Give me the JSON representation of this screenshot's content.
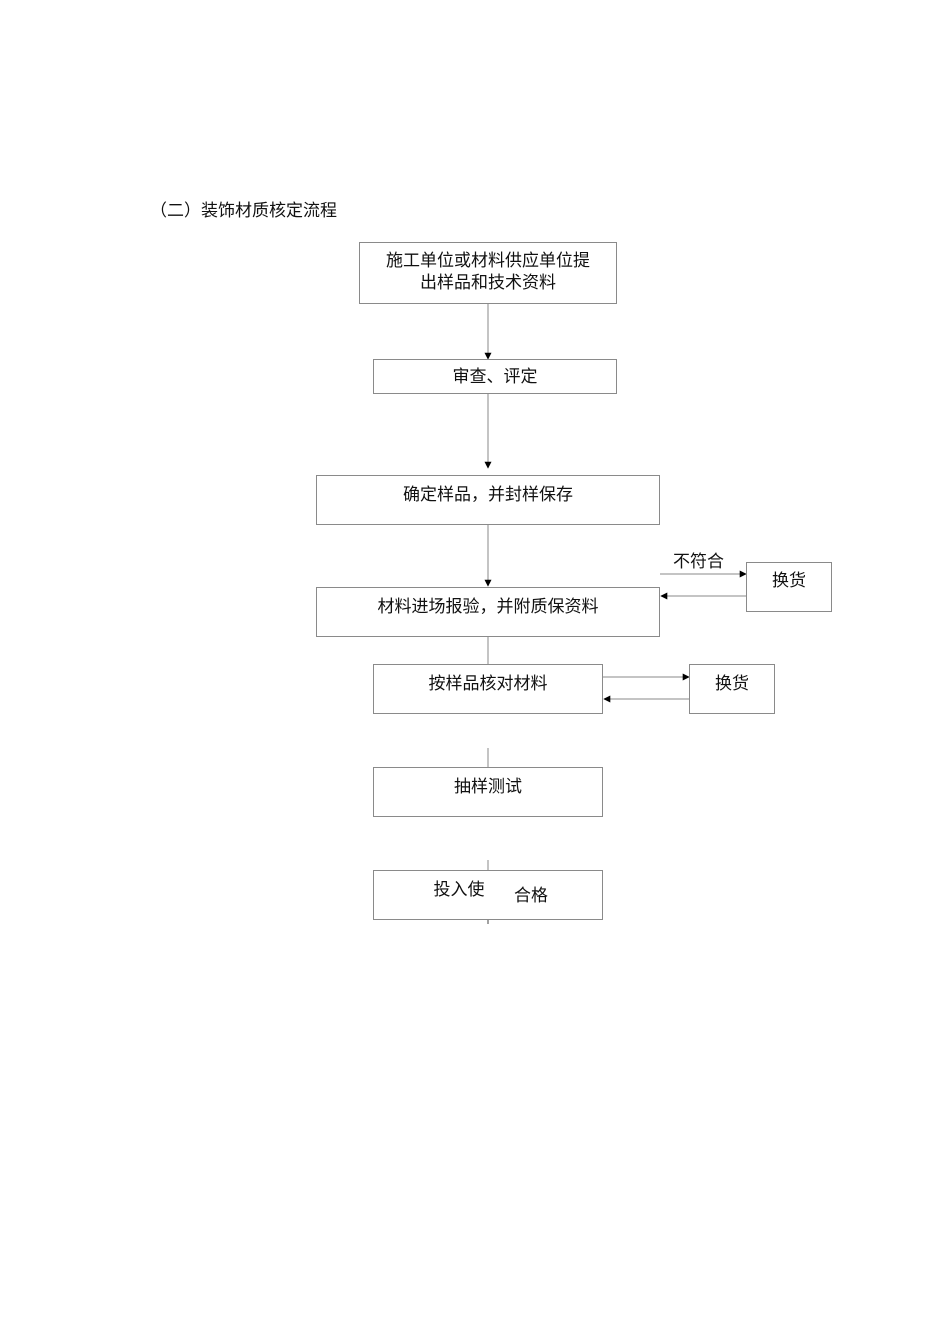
{
  "heading": "（二）装饰材质核定流程",
  "boxes": {
    "submit_line1": "施工单位或材料供应单位提",
    "submit_line2": "出样品和技术资料",
    "review": "审查、评定",
    "confirm": "确定样品，并封样保存",
    "inspect": "材料进场报验，并附质保资料",
    "check": "按样品核对材料",
    "sampling": "抽样测试",
    "use": "投入使",
    "replace_1": "换货",
    "replace_2": "换货"
  },
  "labels": {
    "not_comply": "不符合",
    "qualified": "合格"
  }
}
